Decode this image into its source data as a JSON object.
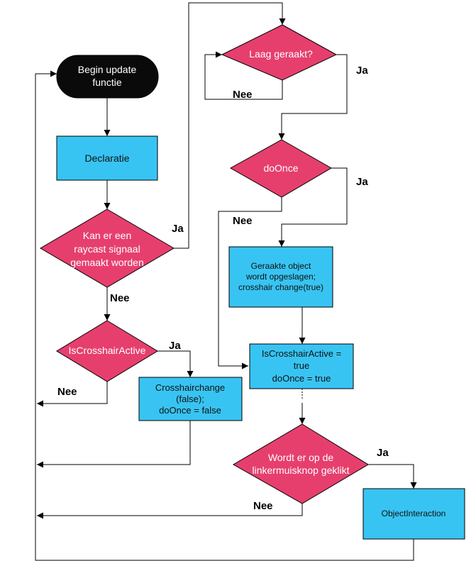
{
  "colors": {
    "terminal": "#0a0a0a",
    "process": "#38c4f2",
    "decision": "#e63f6e",
    "line": "#000000"
  },
  "nodes": {
    "start": [
      "Begin update",
      "functie"
    ],
    "declaratie": [
      "Declaratie"
    ],
    "raycast": [
      "Kan er een",
      "raycast signaal",
      "gemaakt worden"
    ],
    "laag": [
      "Laag geraakt?"
    ],
    "doonce": [
      "doOnce"
    ],
    "crosshair_active": [
      "IsCrosshairActive"
    ],
    "geraakte_object": [
      "Geraakte object",
      "wordt opgeslagen;",
      "crosshair change(true)"
    ],
    "crosshairchange": [
      "Crosshairchange",
      "(false);",
      "doOnce = false"
    ],
    "set_active": [
      "IsCrosshairActive =",
      "true",
      "doOnce = true"
    ],
    "muisknop": [
      "Wordt er op de",
      "linkermuisknop geklikt"
    ],
    "object_interaction": [
      "ObjectInteraction"
    ]
  },
  "edges": {
    "raycast_ja": "Ja",
    "raycast_nee": "Nee",
    "laag_ja": "Ja",
    "laag_nee": "Nee",
    "doonce_ja": "Ja",
    "doonce_nee": "Nee",
    "crosshair_ja": "Ja",
    "crosshair_nee": "Nee",
    "muisknop_ja": "Ja",
    "muisknop_nee": "Nee"
  }
}
